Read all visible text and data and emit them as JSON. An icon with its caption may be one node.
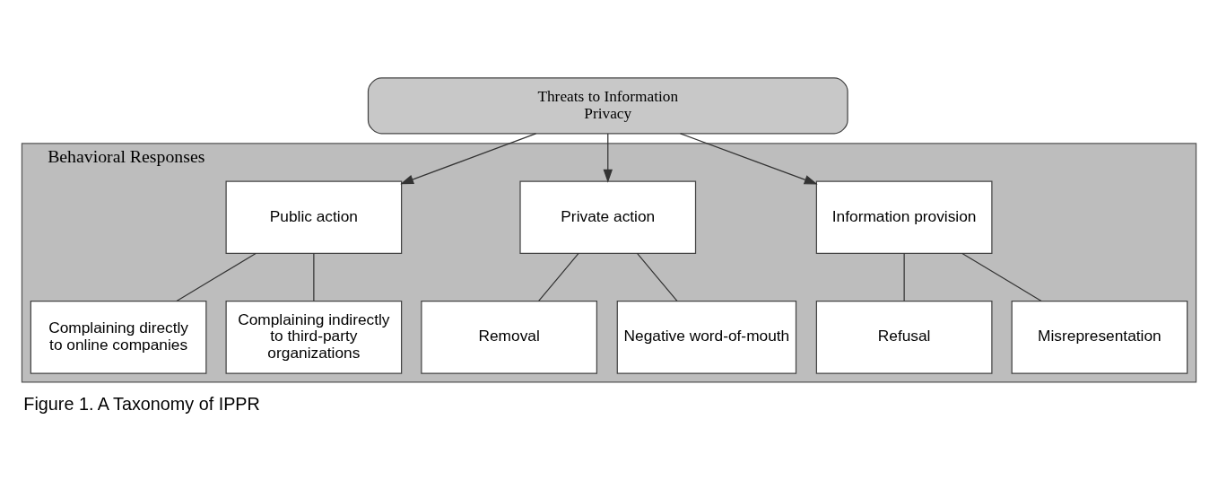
{
  "diagram": {
    "caption": "Figure 1. A Taxonomy of IPPR",
    "nodes": [
      {
        "text": [
          "Threats to Information Privacy"
        ]
      },
      {
        "text": [
          "Behavioral Responses"
        ]
      },
      {
        "text": [
          "Information provision"
        ],
        "in": 1
      },
      {
        "text": [
          "Private action"
        ],
        "in": 1
      },
      {
        "text": [
          "Public action"
        ],
        "in": 1
      },
      {
        "text": [
          "Refusal"
        ],
        "in": 1
      },
      {
        "text": [
          "Misrepresentation"
        ],
        "in": 1
      },
      {
        "text": [
          "Removal"
        ],
        "in": 1
      },
      {
        "text": [
          "Negative word-of-mouth"
        ],
        "in": 1
      },
      {
        "text": [
          "Complaining directly to online companies"
        ],
        "in": 1
      },
      {
        "text": [
          "Complaining indirectly to third-party organizations"
        ],
        "in": 1
      }
    ],
    "edges": [
      {
        "from": 0,
        "to": 2,
        "arrow": "to"
      },
      {
        "from": 0,
        "to": 3,
        "arrow": "to"
      },
      {
        "from": 0,
        "to": 4,
        "arrow": "to"
      },
      {
        "from": 2,
        "to": 5,
        "arrow": "none"
      },
      {
        "from": 2,
        "to": 6,
        "arrow": "none"
      },
      {
        "from": 3,
        "to": 7,
        "arrow": "none"
      },
      {
        "from": 3,
        "to": 8,
        "arrow": "none"
      },
      {
        "from": 4,
        "to": 9,
        "arrow": "none"
      },
      {
        "from": 4,
        "to": 10,
        "arrow": "none"
      }
    ]
  }
}
